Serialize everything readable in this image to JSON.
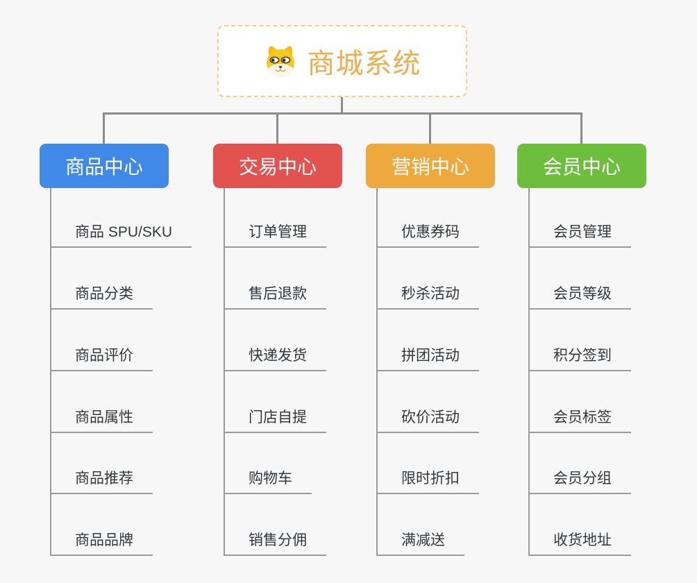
{
  "root": {
    "title": "商城系统",
    "icon": "shiba-dog-icon"
  },
  "colors": {
    "background": "#f7f7f7",
    "root_text": "#f0ad4d",
    "root_border": "#f5cd8c",
    "connector": "#8c8c8c",
    "child_line": "#9a9a9a",
    "child_text": "#33373a",
    "branch_text": "#ffffff",
    "branch_product": "#4189e8",
    "branch_trade": "#e25350",
    "branch_marketing": "#eda83e",
    "branch_member": "#6ebe3e"
  },
  "branches": [
    {
      "label": "商品中心",
      "color": "#4189e8",
      "children": [
        "商品 SPU/SKU",
        "商品分类",
        "商品评价",
        "商品属性",
        "商品推荐",
        "商品品牌"
      ]
    },
    {
      "label": "交易中心",
      "color": "#e25350",
      "children": [
        "订单管理",
        "售后退款",
        "快递发货",
        "门店自提",
        "购物车",
        "销售分佣"
      ]
    },
    {
      "label": "营销中心",
      "color": "#eda83e",
      "children": [
        "优惠券码",
        "秒杀活动",
        "拼团活动",
        "砍价活动",
        "限时折扣",
        "满减送"
      ]
    },
    {
      "label": "会员中心",
      "color": "#6ebe3e",
      "children": [
        "会员管理",
        "会员等级",
        "积分签到",
        "会员标签",
        "会员分组",
        "收货地址"
      ]
    }
  ]
}
